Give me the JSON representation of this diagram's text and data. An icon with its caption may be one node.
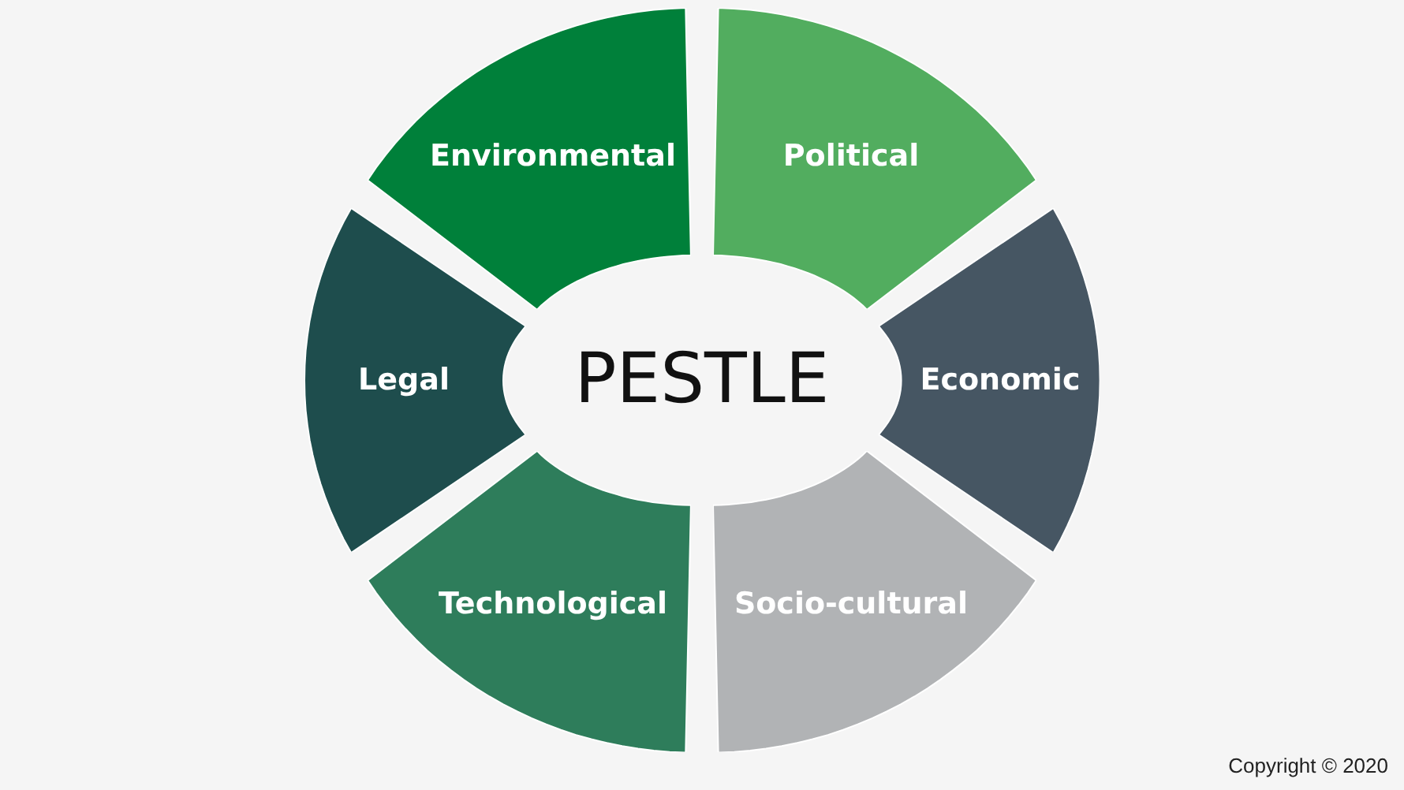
{
  "diagram": {
    "nodes": [
      {
        "text": [
          "Environmental"
        ]
      },
      {
        "text": [
          "Political"
        ]
      },
      {
        "text": [
          "Legal"
        ]
      },
      {
        "text": [
          "PESTLE"
        ]
      },
      {
        "text": [
          "Economic"
        ]
      },
      {
        "text": [
          "Technological"
        ]
      },
      {
        "text": [
          "Socio-cultural"
        ]
      }
    ],
    "labels": [
      "Copyright © 2020"
    ]
  }
}
